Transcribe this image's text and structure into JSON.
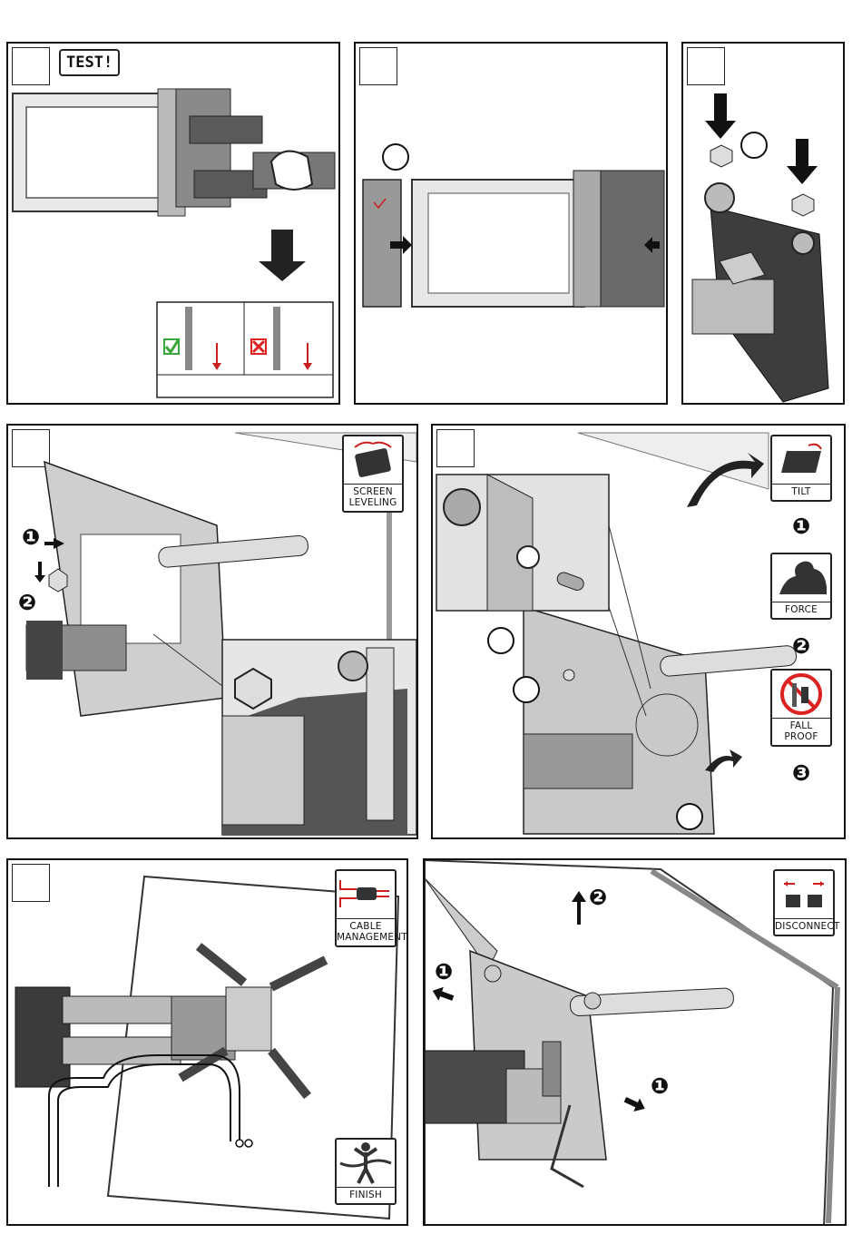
{
  "panel1": {
    "test_label": "TEST!"
  },
  "panel4": {
    "badge_label": "SCREEN LEVELING",
    "marker1": "❶",
    "marker2": "❷"
  },
  "panel5": {
    "badges": [
      {
        "label": "TILT",
        "marker": "❶"
      },
      {
        "label": "FORCE",
        "marker": "❷"
      },
      {
        "label": "FALL PROOF",
        "marker": "❸"
      }
    ]
  },
  "panel6": {
    "badge_top": "CABLE MANAGEMENT",
    "badge_bottom": "FINISH"
  },
  "panel7": {
    "badge_label": "DISCONNECT",
    "marker_up": "❷",
    "marker_left": "❶",
    "marker_right": "❶"
  },
  "colors": {
    "check_green": "#3aa63a",
    "cross_red": "#d22",
    "arrow_red": "#c8201e",
    "steel": "#c8c8c8",
    "dark_steel": "#4a4a4a"
  }
}
